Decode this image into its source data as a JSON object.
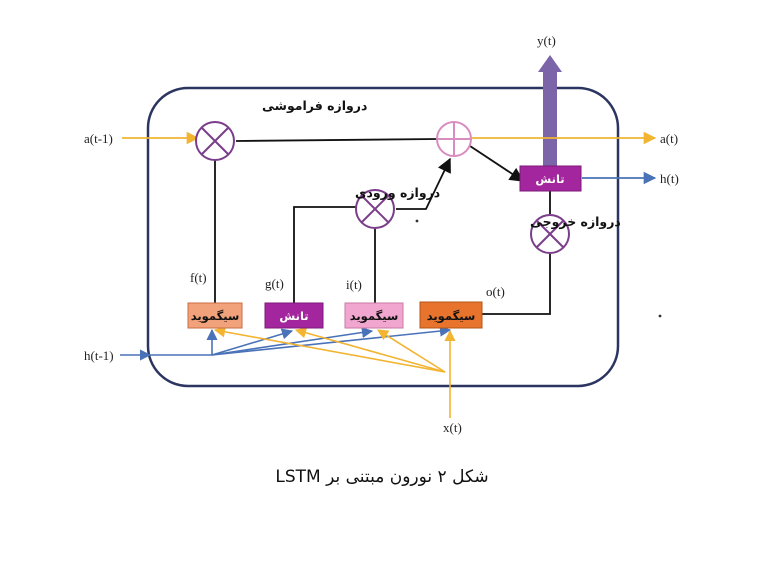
{
  "labels": {
    "a_prev": "a(t-1)",
    "h_prev": "h(t-1)",
    "x_t": "x(t)",
    "y_t": "y(t)",
    "a_t": "a(t)",
    "h_t": "h(t)",
    "f_t": "f(t)",
    "g_t": "g(t)",
    "i_t": "i(t)",
    "o_t": "o(t)"
  },
  "gates": {
    "forget": "دروازه فراموشی",
    "input": "دروازه ورودی",
    "output": "دروازه خروجی"
  },
  "boxes": {
    "forget_sigmoid": "سیگموید",
    "tanh_candidate": "تانش",
    "input_sigmoid": "سیگموید",
    "output_sigmoid": "سیگموید",
    "tanh_output": "تانش"
  },
  "caption": "شکل ۲ نورون مبتنی بر LSTM",
  "colors": {
    "cell_border": "#2b3560",
    "operator": "#7a3e8a",
    "add_operator": "#d98cc0",
    "cell_state_line": "#f2b431",
    "h_line": "#4a72b8",
    "y_arrow": "#7b64a8",
    "forget_sigmoid_fill": "#f2a27a",
    "tanh_fill": "#a3269e",
    "input_sigmoid_fill": "#f1a6cf",
    "output_sigmoid_fill": "#e8732c"
  }
}
